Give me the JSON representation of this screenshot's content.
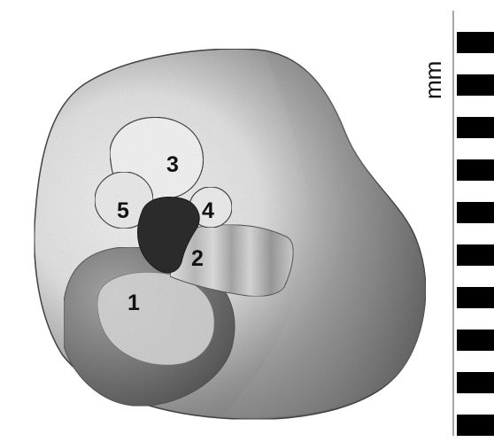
{
  "diagram": {
    "region_labels": [
      "1",
      "2",
      "3",
      "4",
      "5"
    ],
    "scale_bar": {
      "unit_label": "mm",
      "segments": 20,
      "colors": [
        "#000000",
        "#ffffff"
      ]
    },
    "colors": {
      "background": "#ffffff",
      "outline": "#444444",
      "dark_spot": "#2b2b2b",
      "light_tone": "#eeeeee",
      "dark_tone": "#5a5a5a"
    }
  }
}
